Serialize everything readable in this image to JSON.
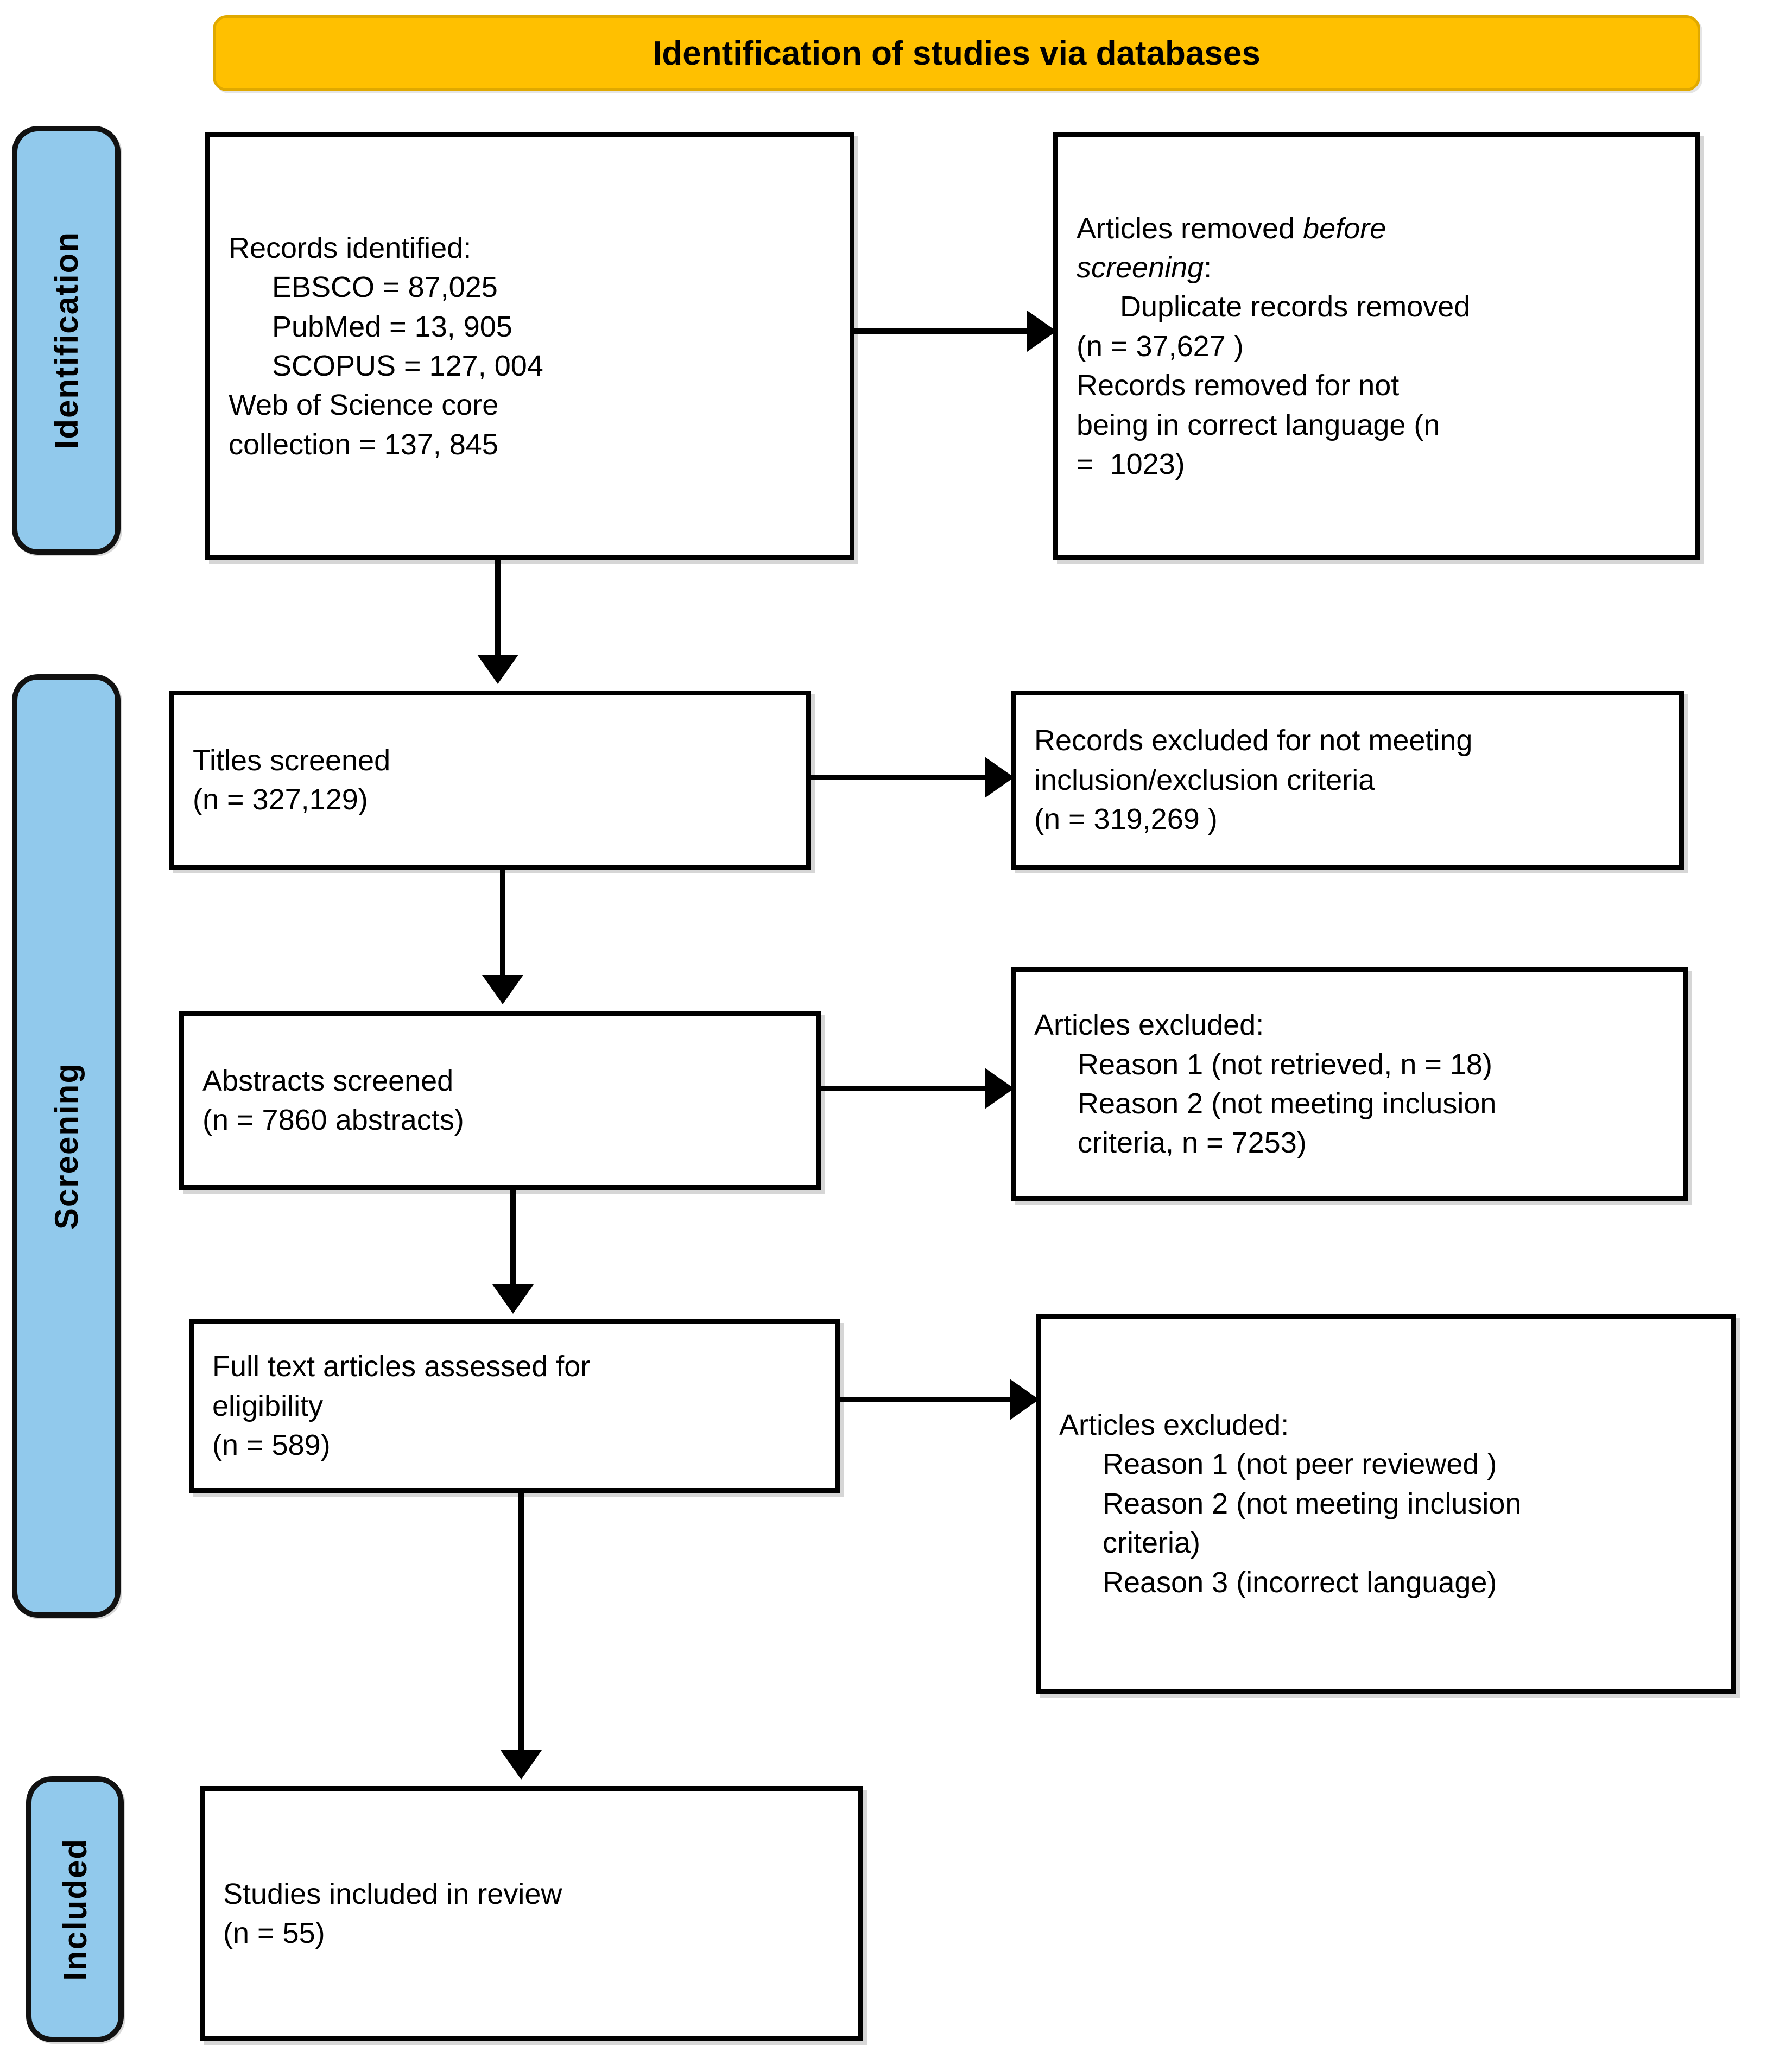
{
  "header": {
    "title": "Identification of studies via databases",
    "background_color": "#FFC000",
    "text_color": "#000000"
  },
  "stage_labels": [
    {
      "id": "identification",
      "label": "Identification",
      "background_color": "#91C9EC"
    },
    {
      "id": "screening",
      "label": "Screening",
      "background_color": "#91C9EC"
    },
    {
      "id": "included",
      "label": "Included",
      "background_color": "#91C9EC"
    }
  ],
  "boxes": {
    "records_identified": {
      "name": "Records identified",
      "lines": [
        {
          "text": "Records identified:",
          "indent": false
        },
        {
          "text": "EBSCO = 87,025",
          "indent": true
        },
        {
          "text": "PubMed = 13, 905",
          "indent": true
        },
        {
          "text": "SCOPUS = 127, 004",
          "indent": true
        },
        {
          "text": "Web of Science core",
          "indent": false
        },
        {
          "text": "collection = 137, 845",
          "indent": false
        }
      ]
    },
    "articles_removed_before_screening": {
      "name": "Articles removed before screening",
      "lines": [
        {
          "text": "Articles removed ",
          "italic_tail": "before",
          "indent": false
        },
        {
          "text": "screening",
          "italic": true,
          "suffix": ":",
          "indent": false
        },
        {
          "text": "Duplicate records removed",
          "indent": true
        },
        {
          "text": "(n = 37,627 )",
          "indent": false
        },
        {
          "text": "Records removed for not",
          "indent": false
        },
        {
          "text": "being in correct language (n",
          "indent": false
        },
        {
          "text": "=  1023)",
          "indent": false
        }
      ]
    },
    "titles_screened": {
      "name": "Titles screened",
      "lines": [
        {
          "text": "Titles screened",
          "indent": false
        },
        {
          "text": "(n = 327,129)",
          "indent": false
        }
      ]
    },
    "records_excluded_criteria": {
      "name": "Records excluded for not meeting inclusion/exclusion criteria",
      "lines": [
        {
          "text": "Records excluded for not meeting",
          "indent": false
        },
        {
          "text": "inclusion/exclusion criteria",
          "indent": false
        },
        {
          "text": "(n = 319,269 )",
          "indent": false
        }
      ]
    },
    "abstracts_screened": {
      "name": "Abstracts screened",
      "lines": [
        {
          "text": "Abstracts screened",
          "indent": false
        },
        {
          "text": "(n = 7860 abstracts)",
          "indent": false
        }
      ]
    },
    "articles_excluded_abstracts": {
      "name": "Articles excluded at abstract stage",
      "lines": [
        {
          "text": "Articles excluded:",
          "indent": false
        },
        {
          "text": "Reason 1 (not retrieved, n = 18)",
          "indent": true
        },
        {
          "text": "Reason 2 (not meeting inclusion",
          "indent": true
        },
        {
          "text": "criteria, n = 7253)",
          "indent": true
        }
      ]
    },
    "full_text_assessed": {
      "name": "Full text articles assessed for eligibility",
      "lines": [
        {
          "text": "Full text articles assessed for",
          "indent": false
        },
        {
          "text": "eligibility",
          "indent": false
        },
        {
          "text": "(n = 589)",
          "indent": false
        }
      ]
    },
    "articles_excluded_fulltext": {
      "name": "Articles excluded at full text stage",
      "lines": [
        {
          "text": "Articles excluded:",
          "indent": false
        },
        {
          "text": "Reason 1 (not peer reviewed )",
          "indent": true
        },
        {
          "text": "Reason 2 (not meeting inclusion",
          "indent": true
        },
        {
          "text": "criteria)",
          "indent": true
        },
        {
          "text": "Reason 3 (incorrect language)",
          "indent": true
        }
      ]
    },
    "studies_included": {
      "name": "Studies included in review",
      "lines": [
        {
          "text": "Studies included in review",
          "indent": false
        },
        {
          "text": "(n = 55)",
          "indent": false
        }
      ]
    }
  },
  "flow_values": {
    "ebsco": 87025,
    "pubmed": 13905,
    "scopus": 127004,
    "web_of_science_core_collection": 137845,
    "duplicates_removed": 37627,
    "wrong_language_removed": 1023,
    "titles_screened": 327129,
    "titles_excluded": 319269,
    "abstracts_screened": 7860,
    "abstracts_excluded_not_retrieved": 18,
    "abstracts_excluded_criteria": 7253,
    "full_text_assessed": 589,
    "studies_included": 55
  }
}
